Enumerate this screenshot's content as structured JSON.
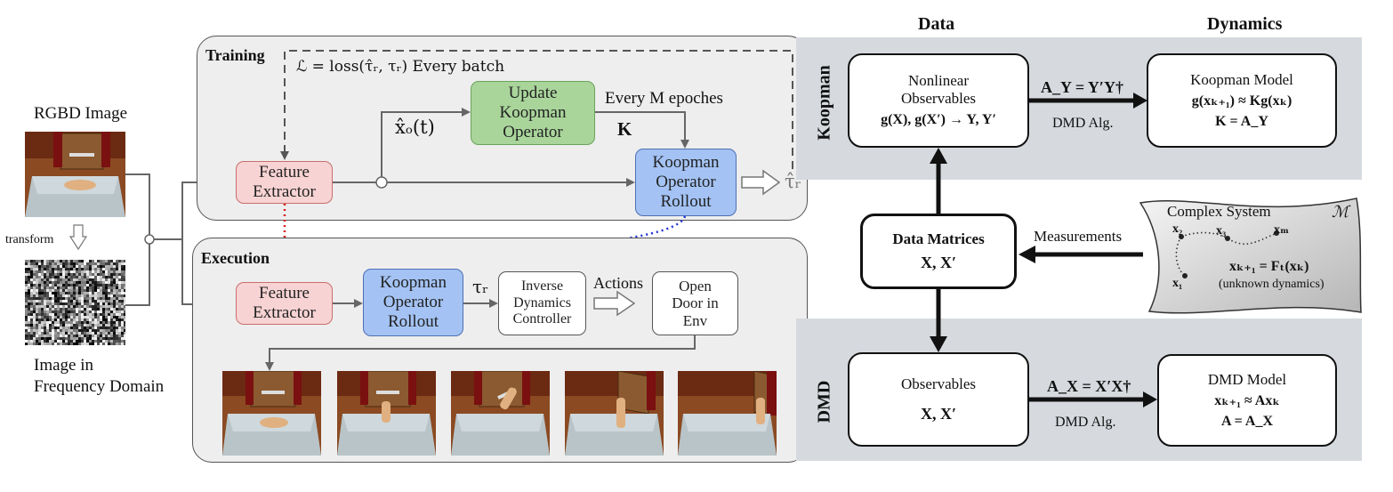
{
  "left": {
    "rgbd_label": "RGBD Image",
    "transform_label": "transform",
    "freq_label_line1": "Image in",
    "freq_label_line2": "Frequency Domain"
  },
  "training": {
    "title": "Training",
    "loss_label": "ℒ = loss(τ̂ᵣ, τᵣ) Every batch",
    "feature_extractor": [
      "Feature",
      "Extractor"
    ],
    "x_hat_label": "x̂ₒ(t)",
    "update_koopman": [
      "Update",
      "Koopman",
      "Operator"
    ],
    "every_m_label": "Every M epoches",
    "k_label": "K",
    "koopman_rollout": [
      "Koopman",
      "Operator",
      "Rollout"
    ],
    "tau_hat_label": "τ̂ᵣ"
  },
  "execution": {
    "title": "Execution",
    "feature_extractor": [
      "Feature",
      "Extractor"
    ],
    "koopman_rollout": [
      "Koopman",
      "Operator",
      "Rollout"
    ],
    "tau_label": "τᵣ",
    "inverse_dynamics": [
      "Inverse",
      "Dynamics",
      "Controller"
    ],
    "actions_label": "Actions",
    "open_door": [
      "Open",
      "Door in",
      "Env"
    ]
  },
  "right": {
    "data_header": "Data",
    "dynamics_header": "Dynamics",
    "koopman_side": "Koopman",
    "dmd_side": "DMD",
    "nonlinear_obs": {
      "line1": "Nonlinear",
      "line2": "Observables",
      "line3": "g(X), g(X′) → Y, Y′"
    },
    "koopman_eq": "A_Y = Y′Y†",
    "dmd_alg_top": "DMD Alg.",
    "koopman_model": {
      "line1": "Koopman Model",
      "line2": "g(xₖ₊₁) ≈ Kg(xₖ)",
      "line3": "K = A_Y"
    },
    "data_matrices": {
      "line1": "Data Matrices",
      "line2": "X, X′"
    },
    "measurements": "Measurements",
    "complex_system": {
      "title": "Complex System",
      "manifold": "ℳ",
      "x1": "x₁",
      "x2": "x₂",
      "x3": "x₃",
      "xm": "xₘ",
      "eq": "xₖ₊₁ = Fₜ(xₖ)",
      "note": "(unknown dynamics)"
    },
    "observables": {
      "line1": "Observables",
      "line2": "X, X′"
    },
    "dmd_eq": "A_X = X′X†",
    "dmd_alg_bottom": "DMD Alg.",
    "dmd_model": {
      "line1": "DMD Model",
      "line2": "xₖ₊₁ ≈ Axₖ",
      "line3": "A = A_X"
    }
  },
  "colors": {
    "feature_extractor": "#f8d3d3",
    "update_koopman": "#a9d59b",
    "koopman_rollout": "#a4c3f4",
    "red_dotted": "#d61f1f",
    "blue_dotted": "#1c2fd6",
    "band": "#d6dadf"
  }
}
